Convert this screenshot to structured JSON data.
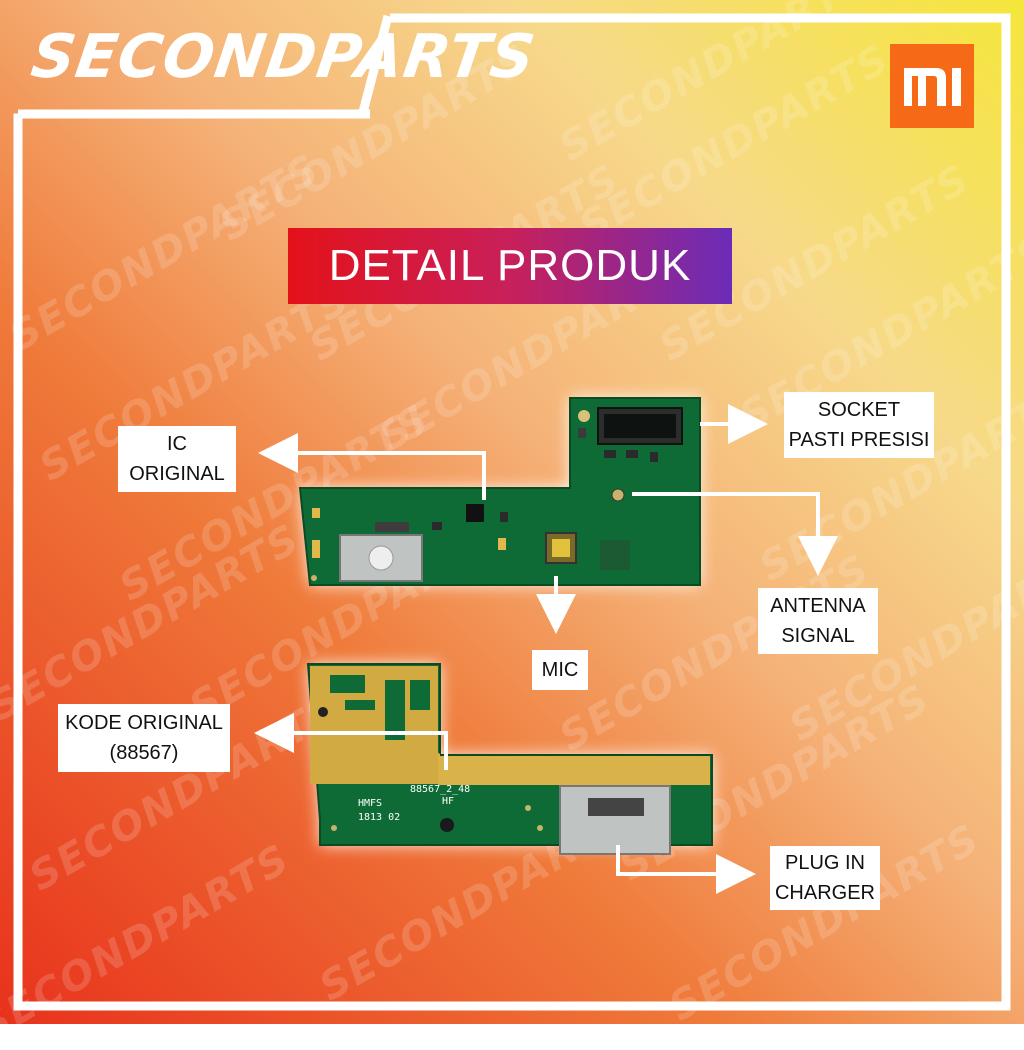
{
  "brand": {
    "logo_text": "SECONDPARTS",
    "watermark_text": "SECONDPARTS",
    "mi_logo_icon": "mi-logo-icon",
    "mi_color": "#f66a17"
  },
  "title": "DETAIL PRODUK",
  "labels": {
    "ic": [
      "IC",
      "ORIGINAL"
    ],
    "socket": [
      "SOCKET",
      "PASTI PRESISI"
    ],
    "antenna": [
      "ANTENNA",
      "SIGNAL"
    ],
    "mic": [
      "MIC"
    ],
    "kode": [
      "KODE ORIGINAL",
      "(88567)"
    ],
    "plug": [
      "PLUG IN",
      "CHARGER"
    ]
  },
  "board_silkscreen": {
    "code": "88567_2_48",
    "hf": "HF",
    "hmfs": "HMFS",
    "date": "1813 02"
  }
}
